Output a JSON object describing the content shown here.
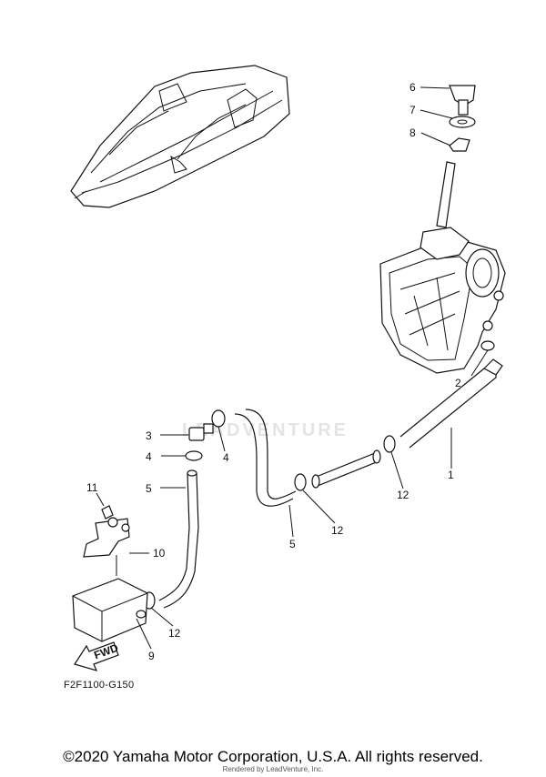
{
  "callouts": [
    {
      "id": "c1",
      "label": "1"
    },
    {
      "id": "c2",
      "label": "2"
    },
    {
      "id": "c3",
      "label": "3"
    },
    {
      "id": "c4a",
      "label": "4"
    },
    {
      "id": "c4b",
      "label": "4"
    },
    {
      "id": "c5a",
      "label": "5"
    },
    {
      "id": "c5b",
      "label": "5"
    },
    {
      "id": "c6",
      "label": "6"
    },
    {
      "id": "c7",
      "label": "7"
    },
    {
      "id": "c8",
      "label": "8"
    },
    {
      "id": "c9",
      "label": "9"
    },
    {
      "id": "c10",
      "label": "10"
    },
    {
      "id": "c11",
      "label": "11"
    },
    {
      "id": "c12a",
      "label": "12"
    },
    {
      "id": "c12b",
      "label": "12"
    },
    {
      "id": "c12c",
      "label": "12"
    }
  ],
  "fwd_label": "FWD",
  "figure_code": "F2F1100-G150",
  "copyright": "©2020 Yamaha Motor Corporation, U.S.A. All rights reserved.",
  "rendered_by": "Rendered by LeadVenture, Inc.",
  "watermark": "LEADVENTURE"
}
